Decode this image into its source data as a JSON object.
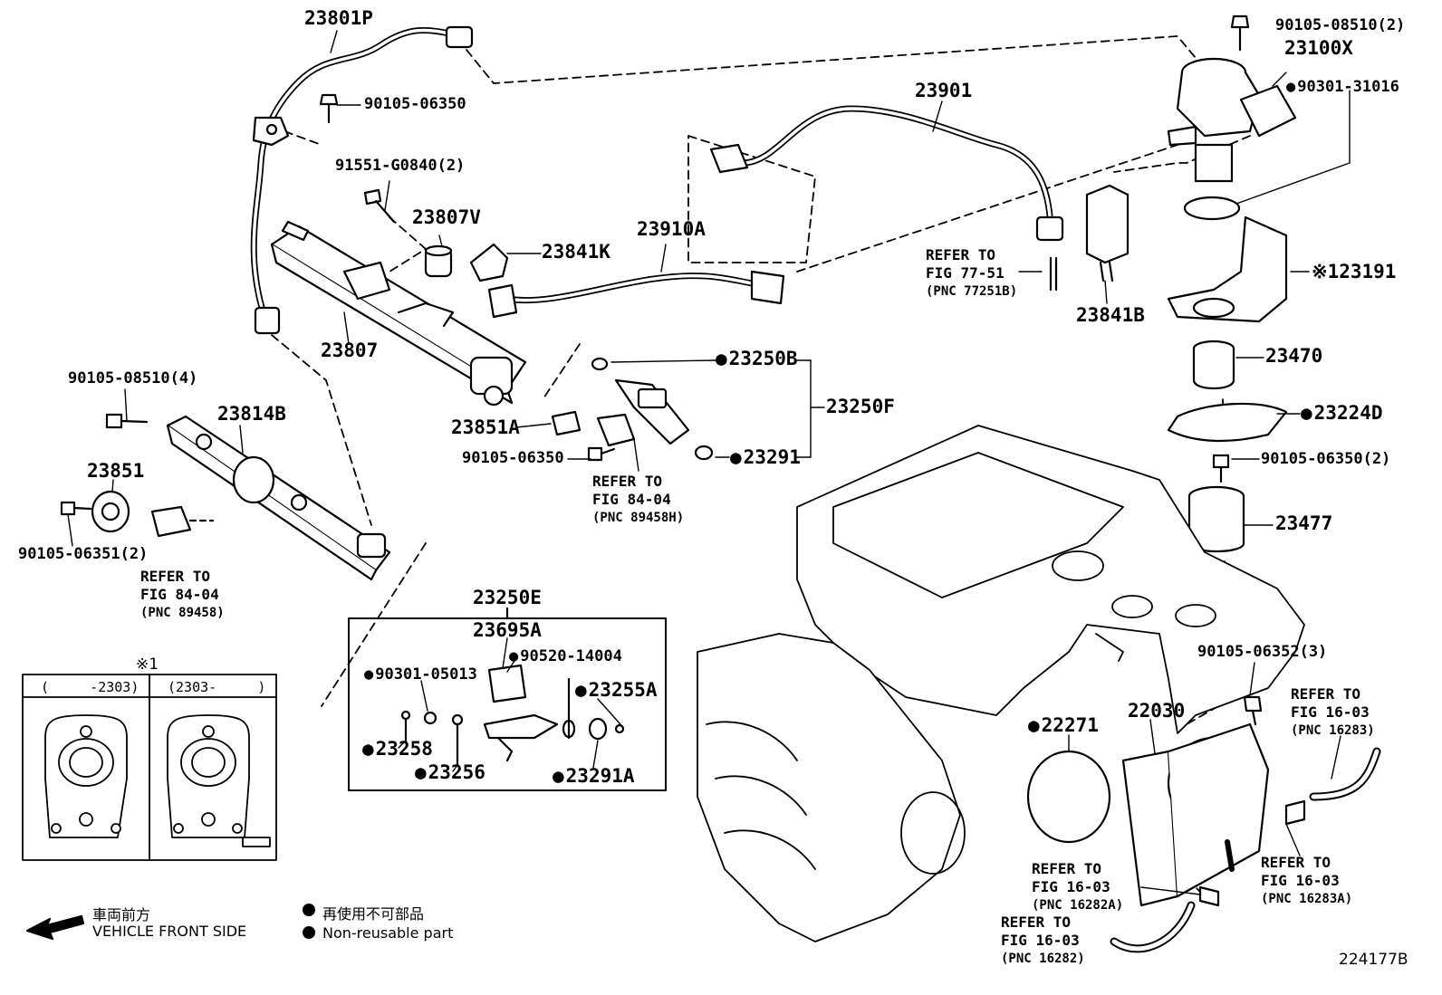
{
  "diagram_id": "224177B",
  "parts": {
    "p23801P": "23801P",
    "p90105_06350_a": "90105-06350",
    "p91551": "91551-G0840(2)",
    "p23807V": "23807V",
    "p23841K": "23841K",
    "p23910A": "23910A",
    "p23901": "23901",
    "p23807": "23807",
    "p90105_08510_4": "90105-08510(4)",
    "p23814B": "23814B",
    "p23851": "23851",
    "p90105_06351": "90105-06351(2)",
    "p23851A": "23851A",
    "p90105_06350_b": "90105-06350",
    "p23250B": "23250B",
    "p23250F": "23250F",
    "p23291": "23291",
    "p90105_08510_2": "90105-08510(2)",
    "p23100X": "23100X",
    "p90301_31016": "90301-31016",
    "p23841B": "23841B",
    "p23191": "※123191",
    "p23470": "23470",
    "p23224D": "23224D",
    "p90105_06350_2": "90105-06350(2)",
    "p23477": "23477",
    "p23250E": "23250E",
    "p23695A": "23695A",
    "p90520": "90520-14004",
    "p90301_05013": "90301-05013",
    "p23255A": "23255A",
    "p23258": "23258",
    "p23256": "23256",
    "p23291A": "23291A",
    "p22271": "22271",
    "p22030": "22030",
    "p90105_06352": "90105-06352(3)"
  },
  "refs": {
    "r77_51": {
      "l1": "REFER TO",
      "l2": "FIG 77-51",
      "l3": "(PNC 77251B)"
    },
    "r84_04_a": {
      "l1": "REFER TO",
      "l2": "FIG 84-04",
      "l3": "(PNC 89458)"
    },
    "r84_04_b": {
      "l1": "REFER TO",
      "l2": "FIG 84-04",
      "l3": "(PNC 89458H)"
    },
    "r16283": {
      "l1": "REFER TO",
      "l2": "FIG 16-03",
      "l3": "(PNC 16283)"
    },
    "r16283A": {
      "l1": "REFER TO",
      "l2": "FIG 16-03",
      "l3": "(PNC 16283A)"
    },
    "r16282A": {
      "l1": "REFER TO",
      "l2": "FIG 16-03",
      "l3": "(PNC 16282A)"
    },
    "r16282": {
      "l1": "REFER TO",
      "l2": "FIG 16-03",
      "l3": "(PNC 16282)"
    }
  },
  "inset": {
    "mark": "※1",
    "col1": "(     -2303)",
    "col2": "(2303-     )"
  },
  "legend": {
    "front_jp": "車両前方",
    "front_en": "VEHICLE FRONT SIDE",
    "nonreuse_jp": "再使用不可部品",
    "nonreuse_en": "Non-reusable part"
  }
}
